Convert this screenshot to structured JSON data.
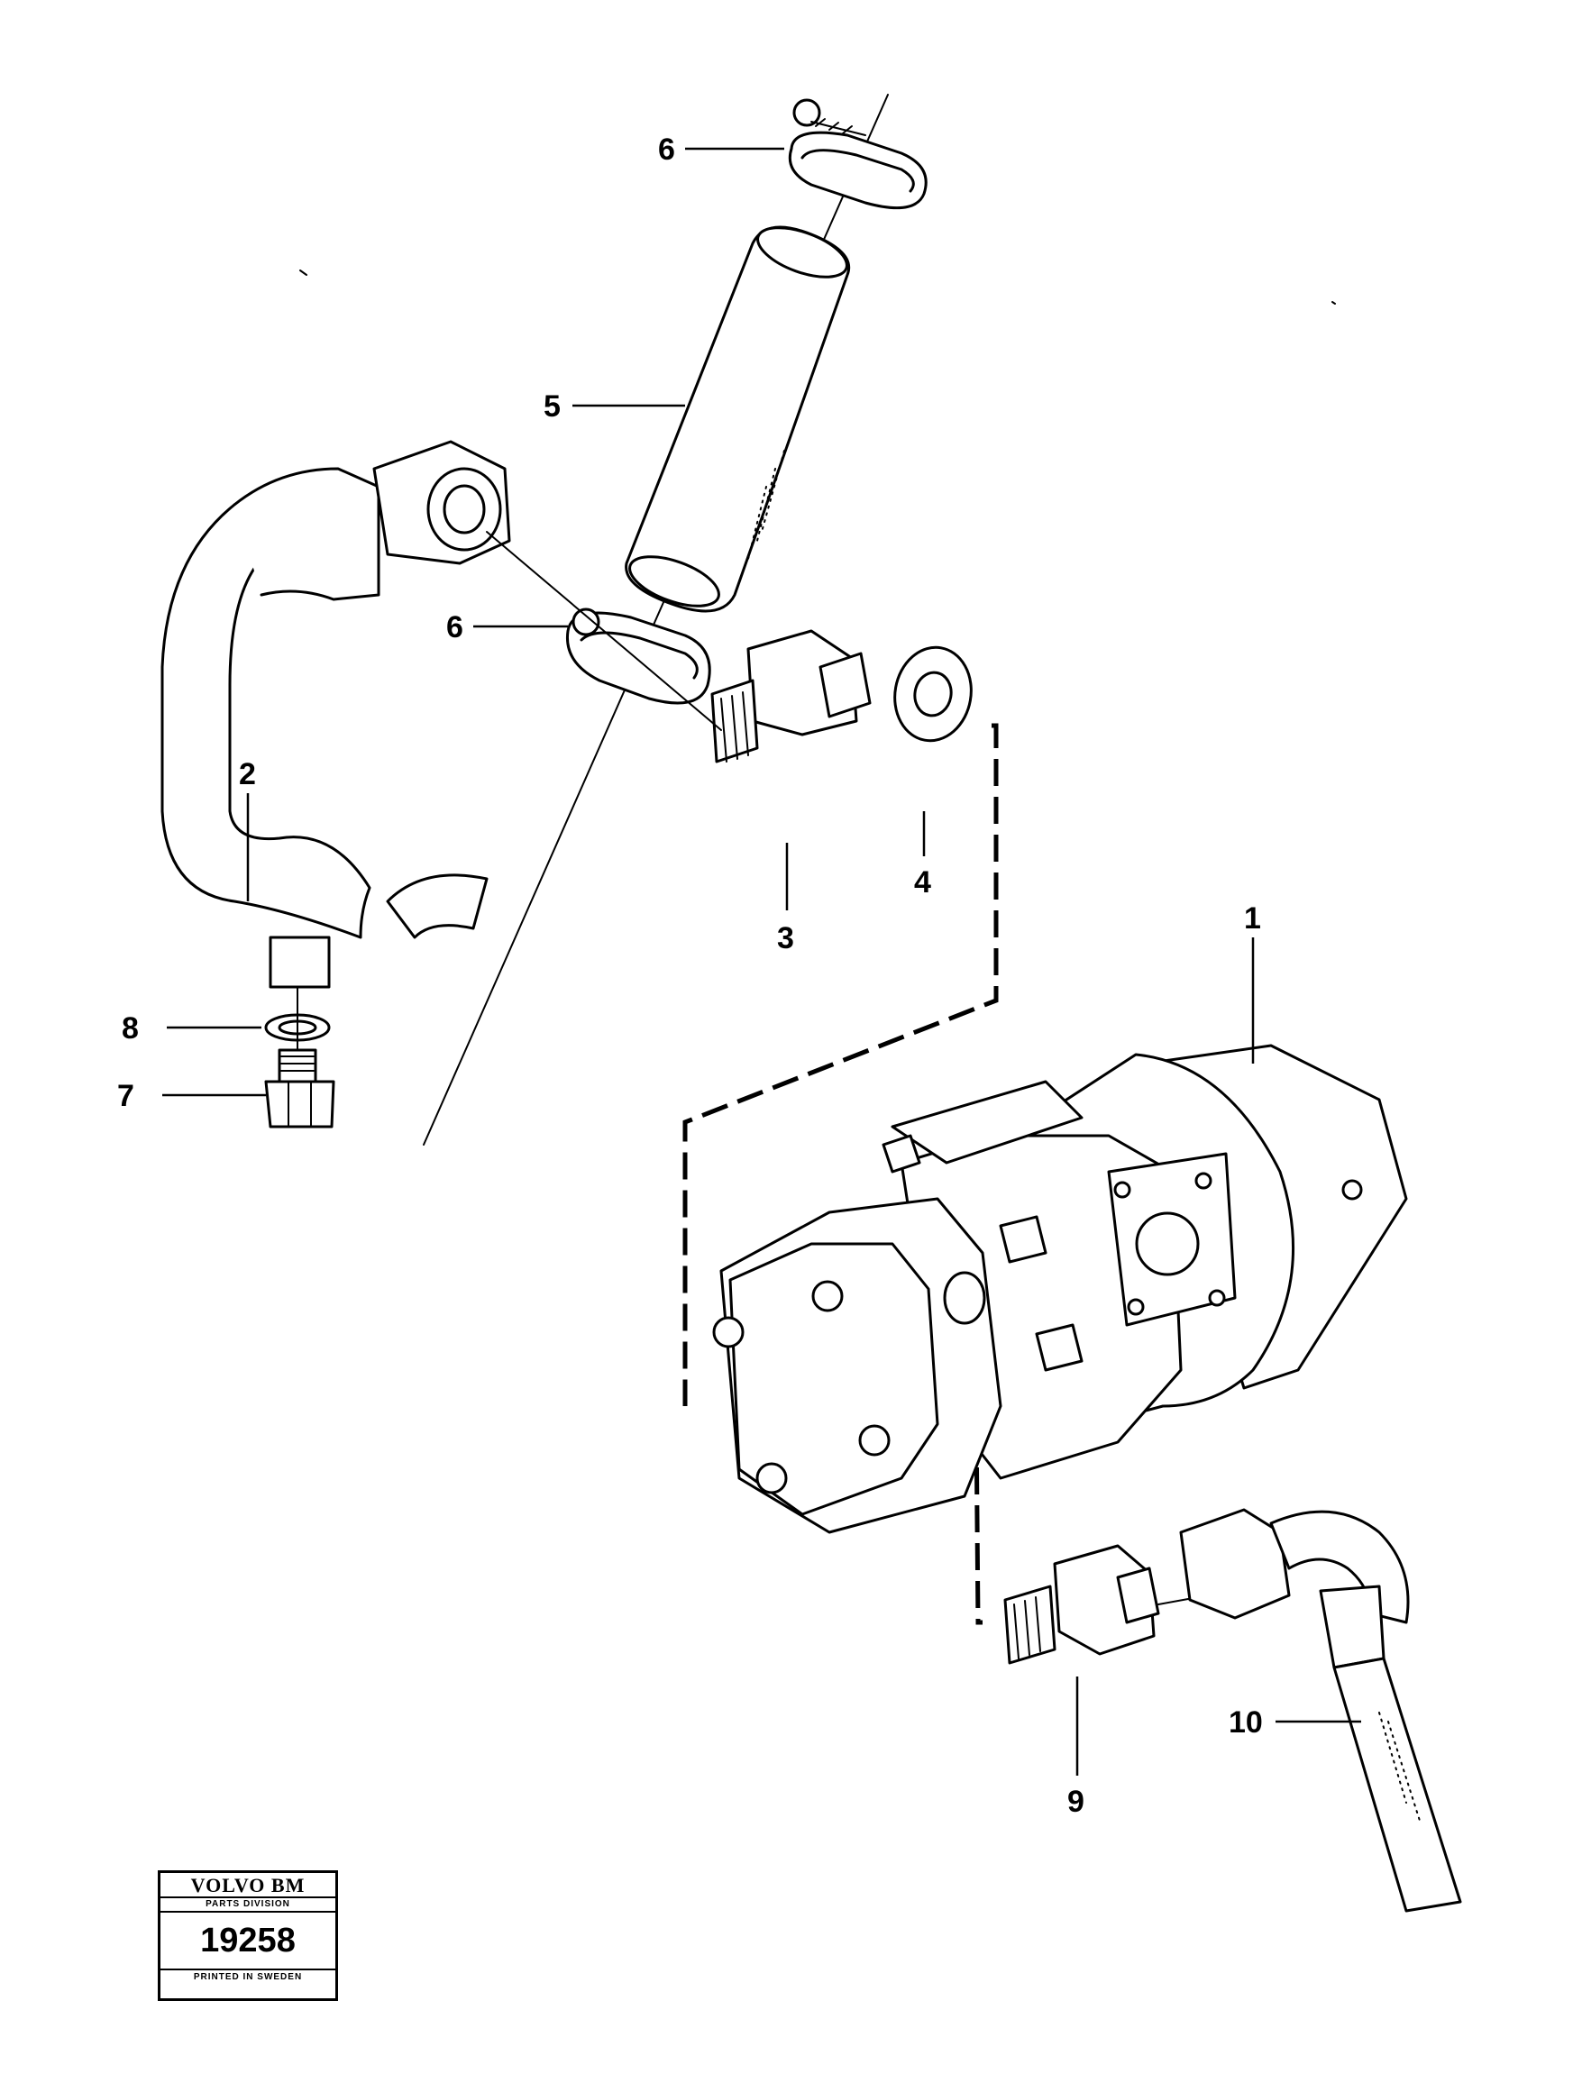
{
  "callouts": {
    "c1": "1",
    "c2": "2",
    "c3": "3",
    "c4": "4",
    "c5": "5",
    "c6a": "6",
    "c6b": "6",
    "c7": "7",
    "c8": "8",
    "c9": "9",
    "c10": "10"
  },
  "stamp": {
    "brand": "VOLVO BM",
    "division": "PARTS DIVISION",
    "number": "19258",
    "printed": "PRINTED IN SWEDEN"
  }
}
